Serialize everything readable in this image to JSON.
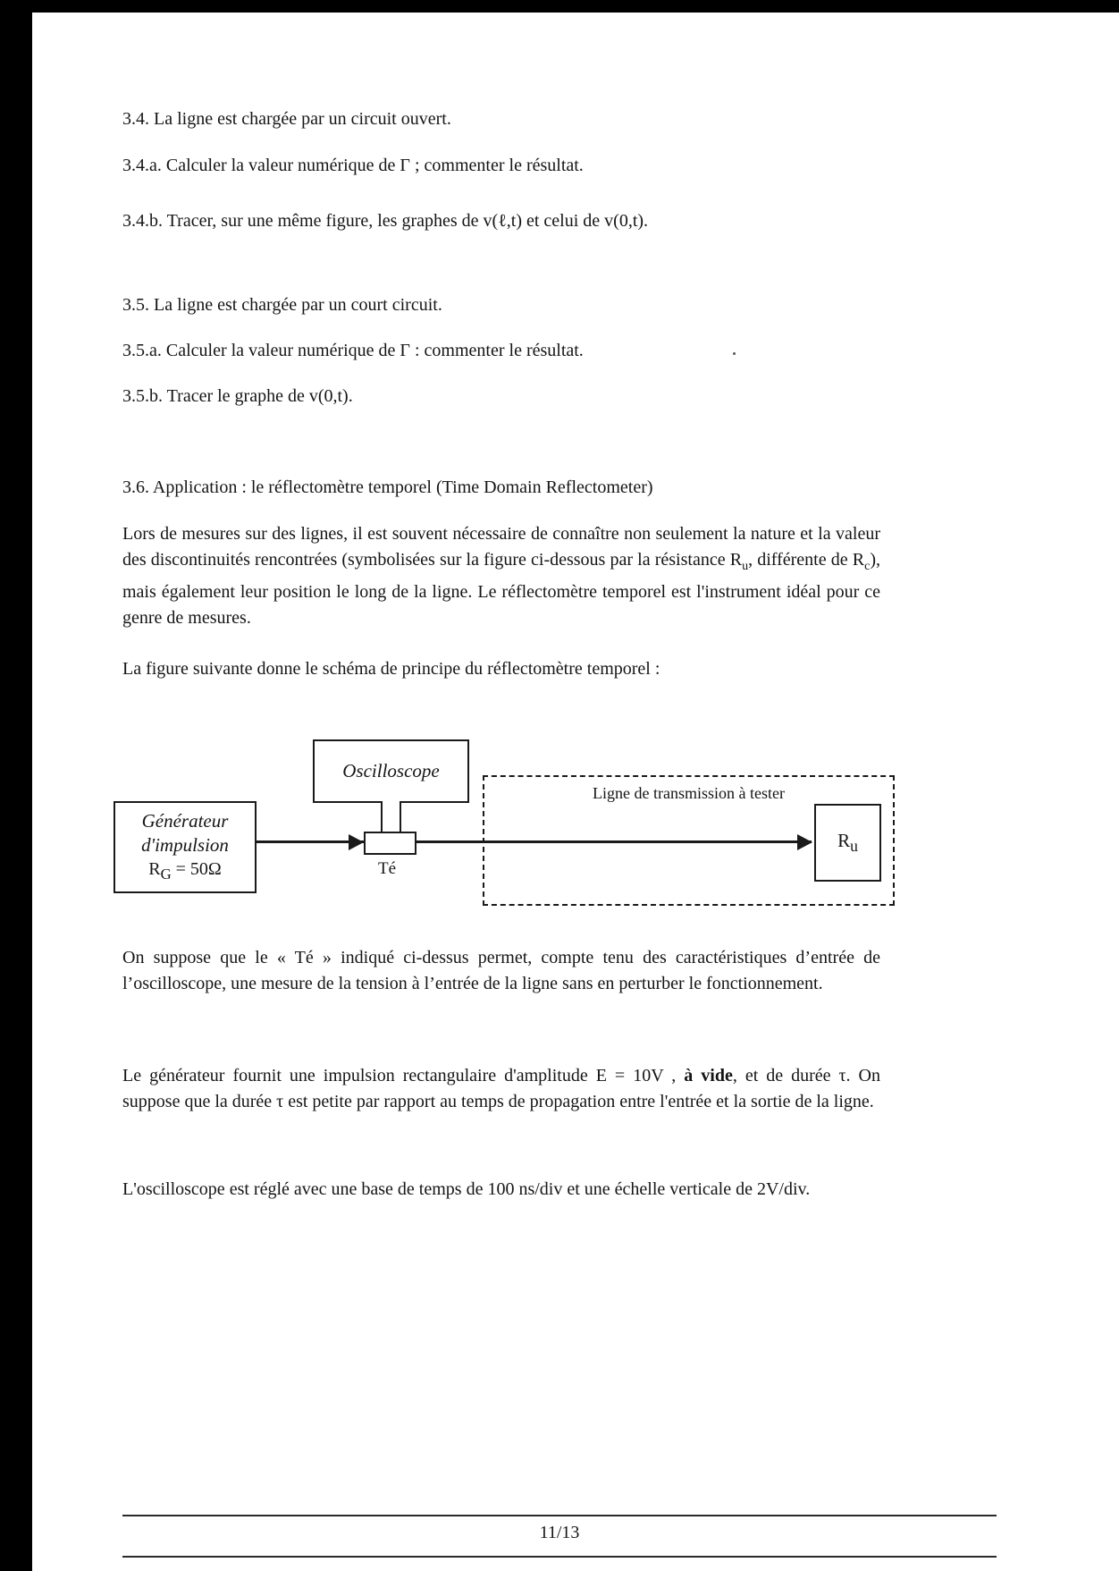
{
  "headings": {
    "h34": "3.4. La ligne est chargée par un circuit ouvert.",
    "h34a": "3.4.a. Calculer la valeur numérique de Γ ; commenter le résultat.",
    "h34b": "3.4.b. Tracer, sur une même figure, les graphes de v(ℓ,t) et celui de v(0,t).",
    "h35": "3.5. La ligne est chargée par un court circuit.",
    "h35a": "3.5.a. Calculer la valeur numérique de Γ : commenter le résultat.",
    "h35b": "3.5.b. Tracer le graphe de v(0,t).",
    "h36": "3.6. Application : le réflectomètre temporel (Time Domain Reflectometer)"
  },
  "paragraphs": {
    "intro_1": "Lors de mesures sur des lignes, il est souvent nécessaire de connaître non seulement la nature et la valeur des discontinuités rencontrées (symbolisées sur la figure ci-dessous par la résistance R",
    "intro_sub1": "u",
    "intro_2": ", différente de R",
    "intro_sub2": "c",
    "intro_3": "), mais également leur position le long de la ligne. Le réflectomètre temporel est l'instrument idéal pour ce genre de mesures.",
    "figure_intro": "La figure suivante donne le schéma de principe du réflectomètre temporel :",
    "te_note": "On suppose que le « Té » indiqué ci-dessus permet, compte tenu des caractéristiques d’entrée de l’oscilloscope, une mesure de la tension à l’entrée de la ligne sans en perturber le fonctionnement.",
    "gen_1": "Le générateur fournit une impulsion rectangulaire d'amplitude E = 10V , ",
    "gen_bold": "à vide",
    "gen_2": ", et de durée τ. On suppose que la durée τ est petite par rapport au temps de propagation entre l'entrée et la sortie de la ligne.",
    "oscillo_note": "L'oscilloscope est réglé avec une base de temps de 100 ns/div et une échelle verticale de 2V/div."
  },
  "diagram": {
    "oscilloscope": "Oscilloscope",
    "generator_line1": "Générateur",
    "generator_line2": "d'impulsion",
    "generator_r": "R",
    "generator_r_sub": "G",
    "generator_r_value": " = 50Ω",
    "te": "Té",
    "line_label": "Ligne de transmission à tester",
    "ru_r": "R",
    "ru_sub": "u"
  },
  "footer": {
    "page_number": "11/13"
  }
}
